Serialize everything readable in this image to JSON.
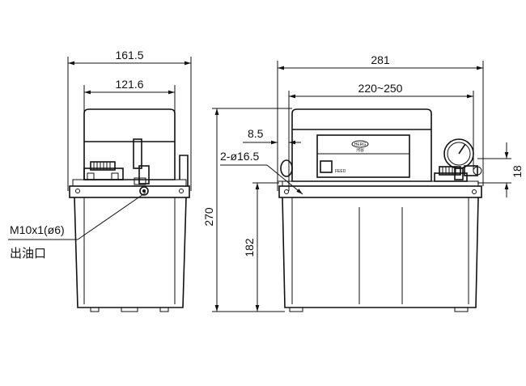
{
  "dimensions": {
    "side_overall_width": "161.5",
    "side_inner_width": "121.6",
    "front_overall_width": "281",
    "front_mount_spacing": "220~250",
    "overall_height": "270",
    "mount_height": "182",
    "flange_offset": "8.5",
    "mount_holes": "2-ø16.5",
    "gauge_offset": "18"
  },
  "labels": {
    "outlet_thread": "M10x1(ø6)",
    "outlet_name": "出油口",
    "brand": "HERG",
    "brand_cn": "河谷",
    "feed_button": "FEED"
  }
}
